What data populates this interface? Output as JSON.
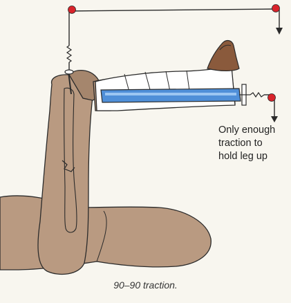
{
  "figure": {
    "annotation_lines": [
      "Only enough",
      "traction to",
      "hold leg up"
    ],
    "caption": "90–90 traction."
  },
  "colors": {
    "background": "#f8f6ef",
    "skin": "#b99a81",
    "skin_shadow": "#a5866d",
    "foot": "#8a5a3c",
    "splint_blue": "#4f8fd8",
    "cast_white": "#ffffff",
    "rope": "#2a2a2a",
    "pulley": "#d9232a"
  },
  "icons": {
    "pulley": "red-circle",
    "weight_arrow": "down-arrow",
    "pin": "traction-pin",
    "spring": "zigzag-spring"
  }
}
